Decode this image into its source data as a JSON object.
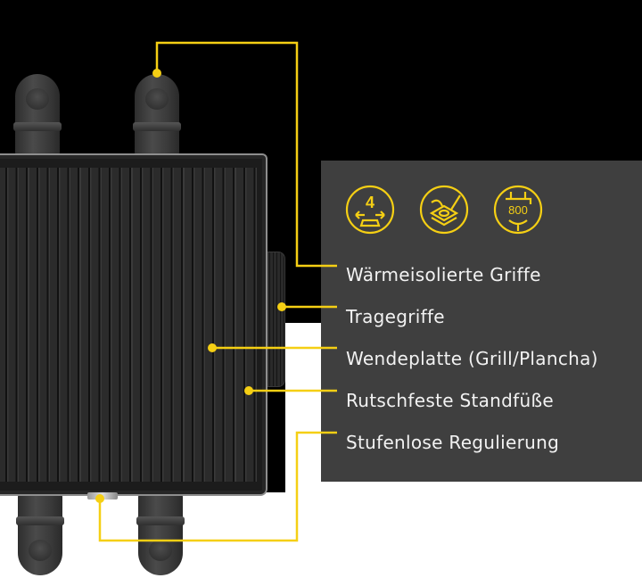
{
  "colors": {
    "accent": "#f5cf14",
    "panel_bg": "#3f3f3f",
    "text": "#f2f2f2",
    "background_top": "#000000",
    "background_bottom": "#ffffff"
  },
  "icons": [
    {
      "name": "four-handles-icon",
      "label": "4"
    },
    {
      "name": "reversible-plate-icon",
      "label": ""
    },
    {
      "name": "power-800w-icon",
      "label": "800"
    }
  ],
  "features": [
    {
      "label": "Wärmeisolierte Griffe"
    },
    {
      "label": "Tragegriffe"
    },
    {
      "label": "Wendeplatte (Grill/Plancha)"
    },
    {
      "label": "Rutschfeste Standfüße"
    },
    {
      "label": "Stufenlose Regulierung"
    }
  ]
}
